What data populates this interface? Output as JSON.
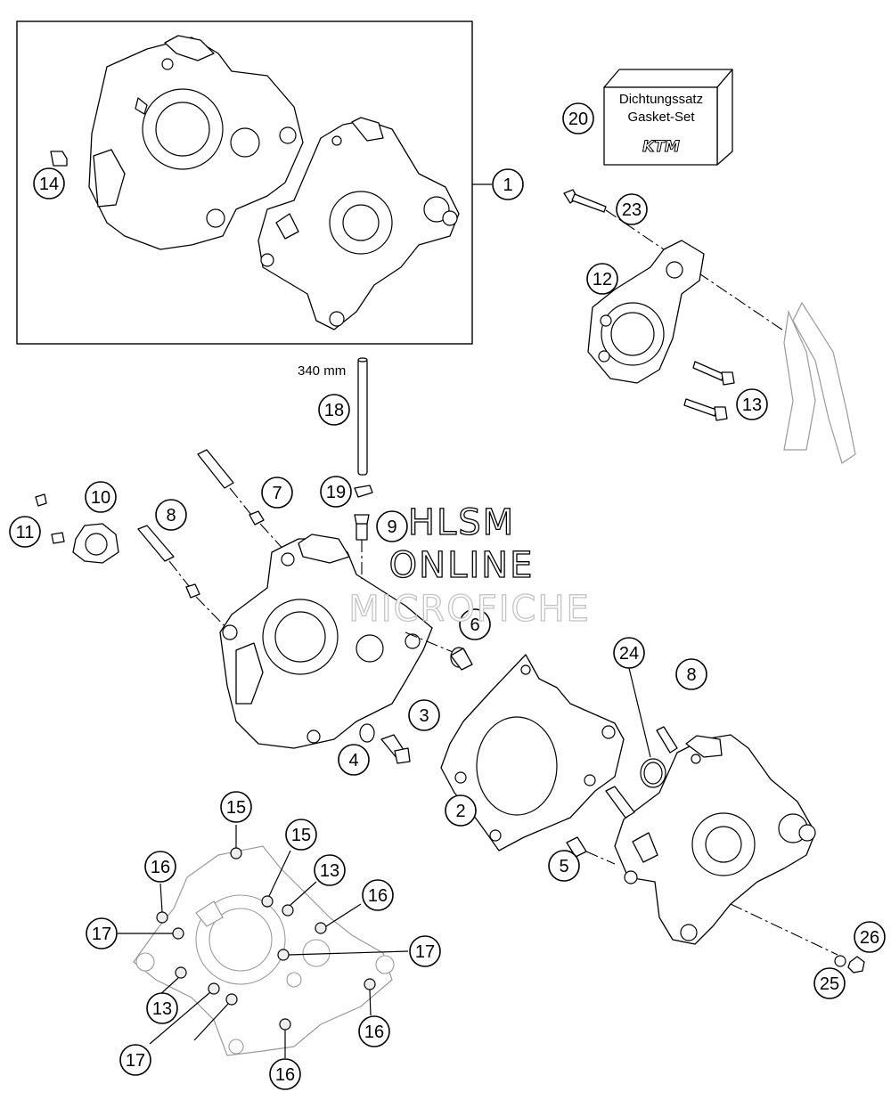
{
  "diagram": {
    "callouts": [
      "1",
      "2",
      "3",
      "4",
      "5",
      "6",
      "7",
      "8",
      "8",
      "9",
      "10",
      "11",
      "12",
      "13",
      "13",
      "13",
      "14",
      "15",
      "15",
      "16",
      "16",
      "16",
      "16",
      "17",
      "17",
      "17",
      "18",
      "19",
      "20",
      "23",
      "24",
      "25",
      "26"
    ],
    "dimension_label": "340 mm",
    "gasket_box": {
      "line1": "Dichtungssatz",
      "line2": "Gasket-Set",
      "logo": "KTM"
    },
    "watermark": {
      "line1": "HLSM",
      "line2": "ONLINE",
      "line3": "MICROFICHE"
    }
  }
}
